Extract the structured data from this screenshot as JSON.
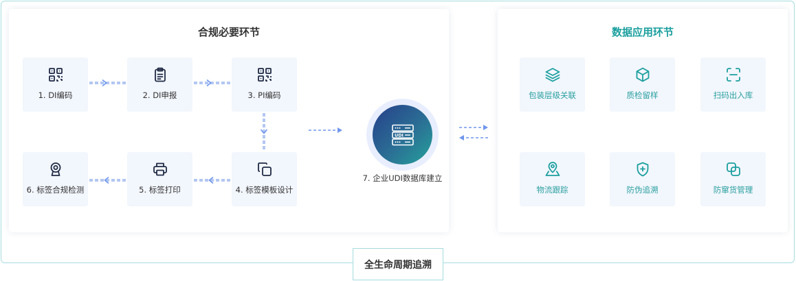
{
  "left_panel": {
    "title": "合规必要环节",
    "steps": [
      {
        "label": "1. DI编码",
        "icon": "qr-code-icon"
      },
      {
        "label": "2. DI申报",
        "icon": "clipboard-icon"
      },
      {
        "label": "3. PI编码",
        "icon": "qr-code-icon"
      },
      {
        "label": "4. 标签模板设计",
        "icon": "copy-icon"
      },
      {
        "label": "5. 标签打印",
        "icon": "printer-icon"
      },
      {
        "label": "6. 标签合规检测",
        "icon": "webcam-icon"
      }
    ]
  },
  "database": {
    "label": "7. 企业UDI数据库建立",
    "server_text": "UDI",
    "icon": "server-icon"
  },
  "right_panel": {
    "title": "数据应用环节",
    "items": [
      {
        "label": "包装层级关联",
        "icon": "layers-icon"
      },
      {
        "label": "质检留样",
        "icon": "cube-icon"
      },
      {
        "label": "扫码出入库",
        "icon": "scan-icon"
      },
      {
        "label": "物流跟踪",
        "icon": "map-pin-icon"
      },
      {
        "label": "防伪追溯",
        "icon": "shield-plus-icon"
      },
      {
        "label": "防窜货管理",
        "icon": "copy-circles-icon"
      }
    ]
  },
  "footer": {
    "label": "全生命周期追溯"
  },
  "colors": {
    "icon_dark": "#1f2a44",
    "arrow_blue": "#6f96ec",
    "arrow_light": "#b3c7f2",
    "teal": "#1b9f9e",
    "card_bg": "#f2f6fd",
    "frame_border": "#a6dcdf"
  }
}
